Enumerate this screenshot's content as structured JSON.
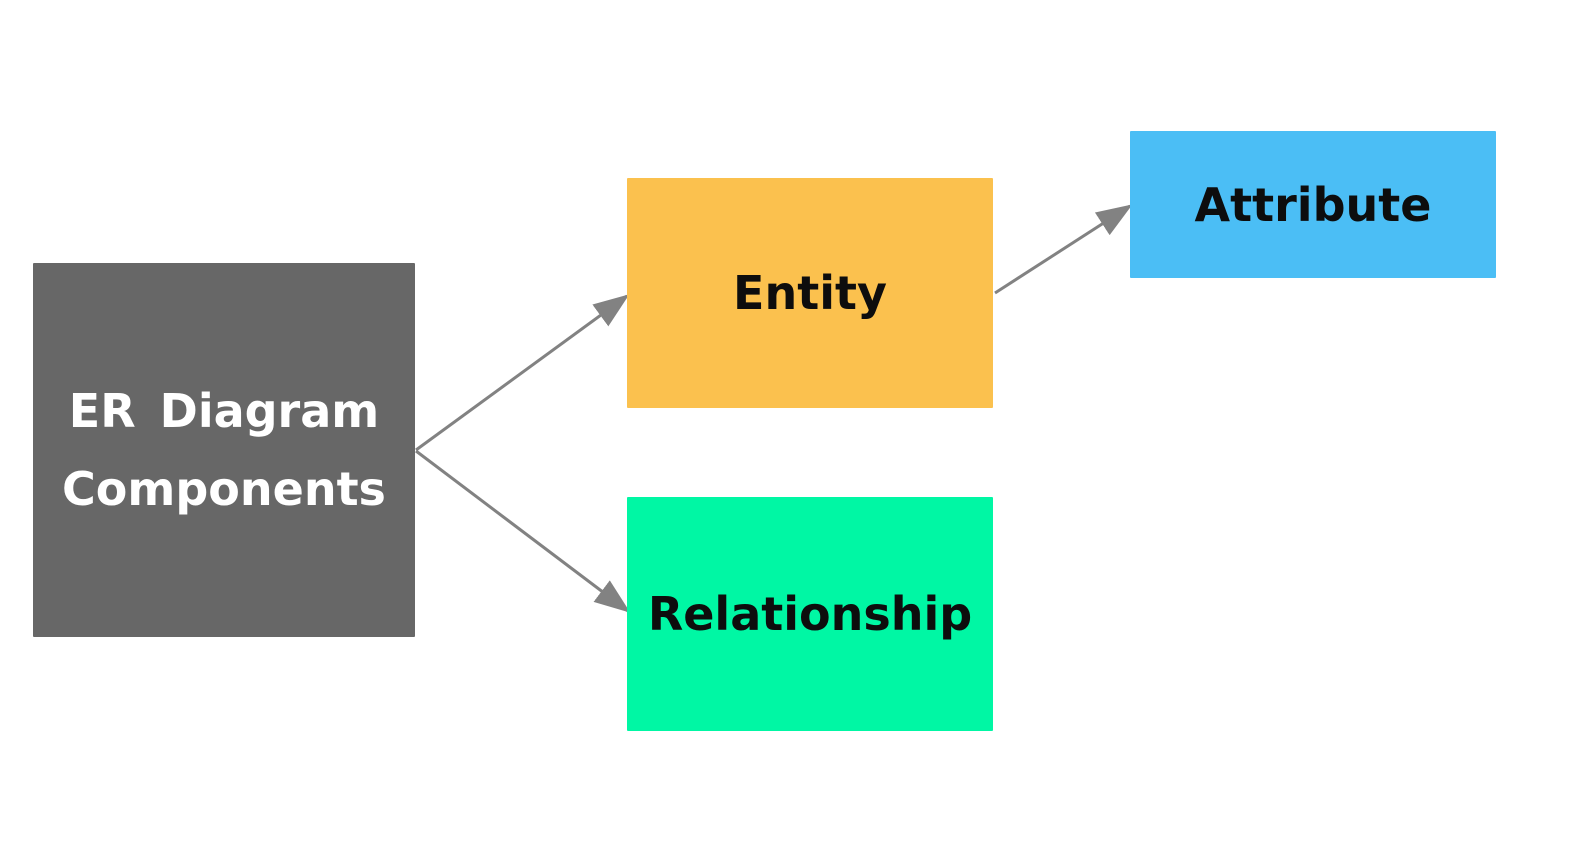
{
  "diagram": {
    "title": "ER Diagram Components",
    "background": "#ffffff",
    "colors": {
      "root_bg": "#676767",
      "root_text": "#ffffff",
      "entity_bg": "#FBC14E",
      "attribute_bg": "#4BBEF5",
      "relationship_bg": "#00F7A4",
      "node_text": "#0d0d0d",
      "edge": "#828282"
    },
    "nodes": [
      {
        "id": "root",
        "label": "ER Diagram Components"
      },
      {
        "id": "entity",
        "label": "Entity"
      },
      {
        "id": "attribute",
        "label": "Attribute"
      },
      {
        "id": "relationship",
        "label": "Relationship"
      }
    ],
    "edges": [
      {
        "from": "root",
        "to": "entity"
      },
      {
        "from": "root",
        "to": "relationship"
      },
      {
        "from": "entity",
        "to": "attribute"
      }
    ]
  }
}
